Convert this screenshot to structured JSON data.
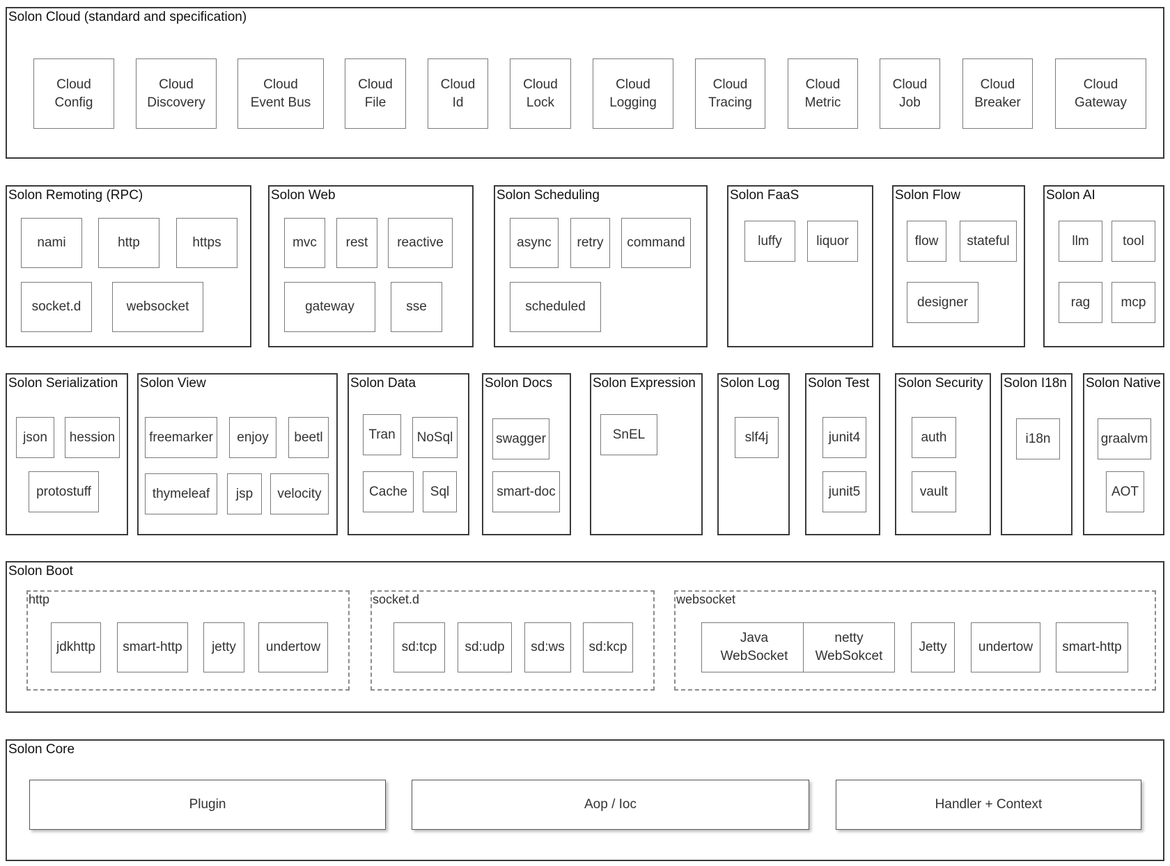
{
  "cloud": {
    "title": "Solon Cloud (standard and specification)",
    "items": [
      "Cloud\nConfig",
      "Cloud\nDiscovery",
      "Cloud\nEvent Bus",
      "Cloud\nFile",
      "Cloud\nId",
      "Cloud\nLock",
      "Cloud\nLogging",
      "Cloud\nTracing",
      "Cloud\nMetric",
      "Cloud\nJob",
      "Cloud\nBreaker",
      "Cloud\nGateway"
    ]
  },
  "remoting": {
    "title": "Solon Remoting (RPC)",
    "items": [
      "nami",
      "http",
      "https",
      "socket.d",
      "websocket"
    ]
  },
  "web": {
    "title": "Solon Web",
    "items": [
      "mvc",
      "rest",
      "reactive",
      "gateway",
      "sse"
    ]
  },
  "scheduling": {
    "title": "Solon Scheduling",
    "items": [
      "async",
      "retry",
      "command",
      "scheduled"
    ]
  },
  "faas": {
    "title": "Solon FaaS",
    "items": [
      "luffy",
      "liquor"
    ]
  },
  "flow": {
    "title": "Solon Flow",
    "items": [
      "flow",
      "stateful",
      "designer"
    ]
  },
  "ai": {
    "title": "Solon AI",
    "items": [
      "llm",
      "tool",
      "rag",
      "mcp"
    ]
  },
  "serialization": {
    "title": "Solon Serialization",
    "items": [
      "json",
      "hession",
      "protostuff"
    ]
  },
  "view": {
    "title": "Solon View",
    "items": [
      "freemarker",
      "enjoy",
      "beetl",
      "thymeleaf",
      "jsp",
      "velocity"
    ]
  },
  "data": {
    "title": "Solon Data",
    "items": [
      "Tran",
      "NoSql",
      "Cache",
      "Sql"
    ]
  },
  "docs": {
    "title": "Solon Docs",
    "items": [
      "swagger",
      "smart-doc"
    ]
  },
  "expression": {
    "title": "Solon Expression",
    "items": [
      "SnEL"
    ]
  },
  "log": {
    "title": "Solon Log",
    "items": [
      "slf4j"
    ]
  },
  "test": {
    "title": "Solon Test",
    "items": [
      "junit4",
      "junit5"
    ]
  },
  "security": {
    "title": "Solon Security",
    "items": [
      "auth",
      "vault"
    ]
  },
  "i18n": {
    "title": "Solon I18n",
    "items": [
      "i18n"
    ]
  },
  "native": {
    "title": "Solon Native",
    "items": [
      "graalvm",
      "AOT"
    ]
  },
  "boot": {
    "title": "Solon Boot",
    "http": {
      "title": "http",
      "items": [
        "jdkhttp",
        "smart-http",
        "jetty",
        "undertow"
      ]
    },
    "socketd": {
      "title": "socket.d",
      "items": [
        "sd:tcp",
        "sd:udp",
        "sd:ws",
        "sd:kcp"
      ]
    },
    "websocket": {
      "title": "websocket",
      "items": [
        "Java\nWebSocket",
        "netty\nWebSokcet",
        "Jetty",
        "undertow",
        "smart-http"
      ]
    }
  },
  "core": {
    "title": "Solon Core",
    "items": [
      "Plugin",
      "Aop / Ioc",
      "Handler + Context"
    ]
  }
}
